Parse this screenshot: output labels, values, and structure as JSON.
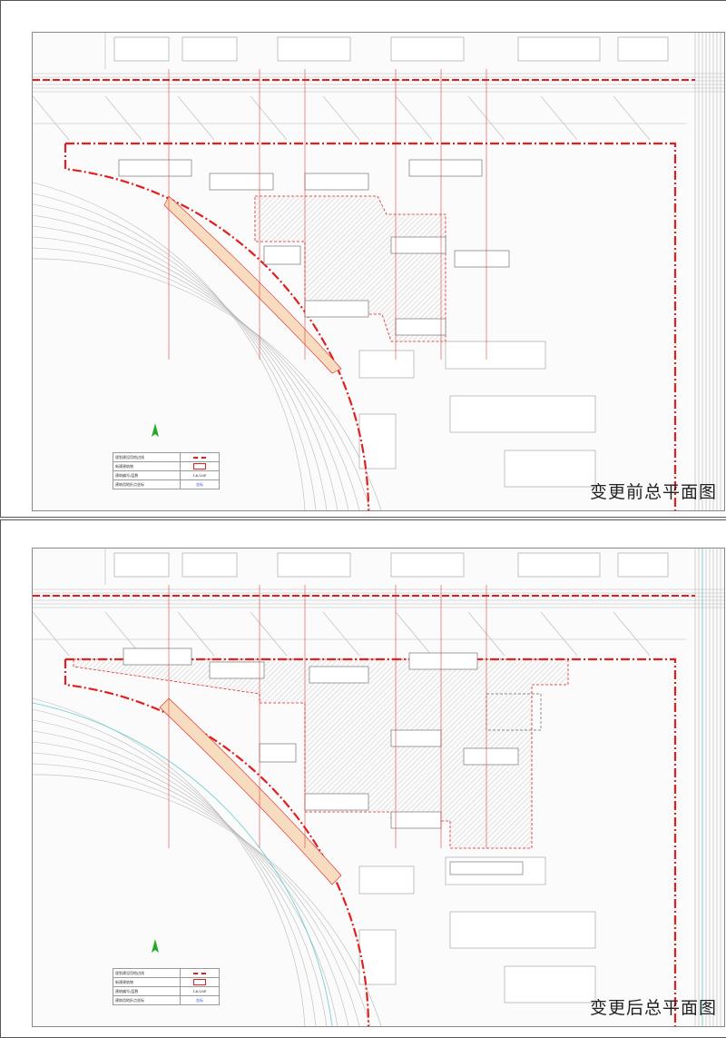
{
  "panels": [
    {
      "title": "变更前总平面图",
      "legend": [
        {
          "label": "规划建设用地边线",
          "symbol": "red-dashed-line"
        },
        {
          "label": "新建建筑物",
          "symbol": "red-box"
        },
        {
          "label": "建筑编号/层数",
          "symbol_text": "1#/28F"
        },
        {
          "label": "建筑用地折点坐标",
          "symbol_text": "坐标"
        }
      ]
    },
    {
      "title": "变更后总平面图",
      "legend": [
        {
          "label": "规划建设用地边线",
          "symbol": "red-dashed-line"
        },
        {
          "label": "新建建筑物",
          "symbol": "red-box"
        },
        {
          "label": "建筑编号/层数",
          "symbol_text": "1#/28F"
        },
        {
          "label": "建筑用地折点坐标",
          "symbol_text": "坐标"
        }
      ]
    }
  ],
  "colors": {
    "boundary": "#e02020",
    "coord": "#4455ee",
    "line": "#b8b8b8"
  }
}
